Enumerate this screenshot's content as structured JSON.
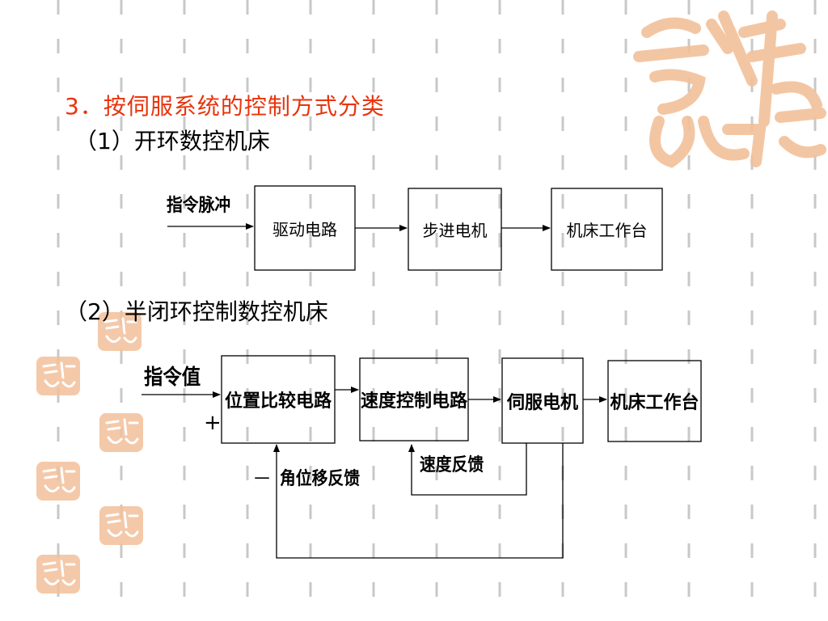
{
  "slide": {
    "heading": "3．按伺服系统的控制方式分类",
    "sub1": "（1）开环数控机床",
    "sub2": "（2）半闭环控制数控机床"
  },
  "diagram1": {
    "input_label": "指令脉冲",
    "boxes": [
      "驱动电路",
      "步进电机",
      "机床工作台"
    ]
  },
  "diagram2": {
    "input_label": "指令值",
    "plus_sign": "+",
    "minus_sign": "－",
    "boxes": [
      "位置比较电路",
      "速度控制电路",
      "伺服电机",
      "机床工作台"
    ],
    "speed_feedback": "速度反馈",
    "angle_feedback": "角位移反馈"
  },
  "colors": {
    "heading": "#e8340c",
    "decoration": "#f2c09a",
    "grid": "#c8c8c8"
  }
}
